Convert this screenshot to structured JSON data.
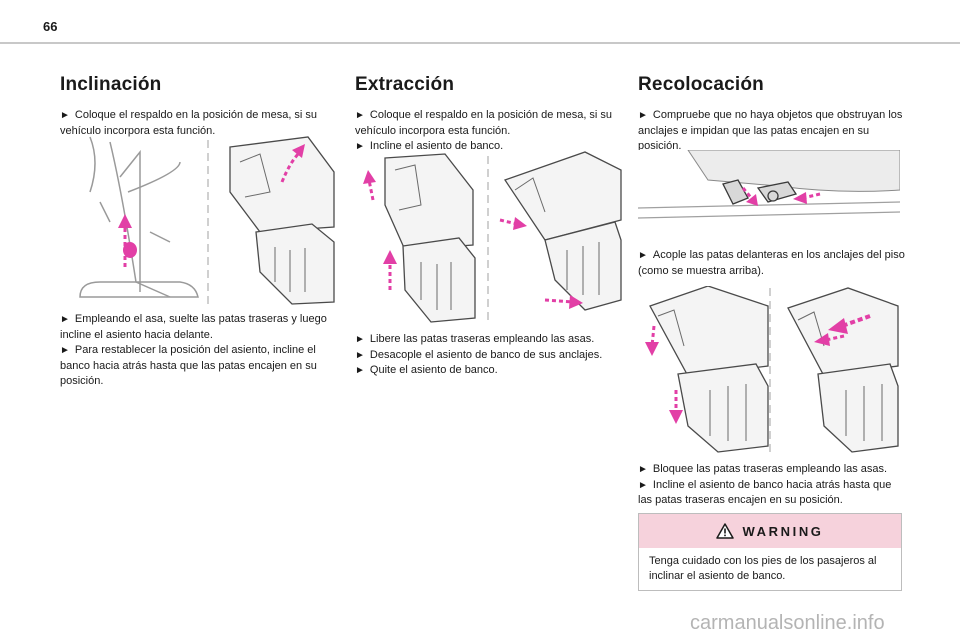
{
  "page_number": "66",
  "columns": {
    "inclinacion": {
      "title": "Inclinación",
      "intro": "Coloque el respaldo en la posición de mesa, si su vehículo incorpora esta función.",
      "step1": "Empleando el asa, suelte las patas traseras y luego incline el asiento hacia delante.",
      "step2": "Para restablecer la posición del asiento, incline el banco hacia atrás hasta que las patas encajen en su posición."
    },
    "extraccion": {
      "title": "Extracción",
      "intro1": "Coloque el respaldo en la posición de mesa, si su vehículo incorpora esta función.",
      "intro2": "Incline el asiento de banco.",
      "step1": "Libere las patas traseras empleando las asas.",
      "step2": "Desacople el asiento de banco de sus anclajes.",
      "step3": "Quite el asiento de banco."
    },
    "recolocacion": {
      "title": "Recolocación",
      "intro": "Compruebe que no haya objetos que obstruyan los anclajes e impidan que las patas encajen en su posición.",
      "step1": "Acople las patas delanteras en los anclajes del piso (como se muestra arriba).",
      "step2": "Bloquee las patas traseras empleando las asas.",
      "step3": "Incline el asiento de banco hacia atrás hasta que las patas traseras encajen en su posición."
    }
  },
  "warning": {
    "title": "WARNING",
    "text": "Tenga cuidado con los pies de los pasajeros al inclinar el asiento de banco."
  },
  "watermark": "carmanualsonline.info",
  "bullet_glyph": "►",
  "colors": {
    "accent": "#e23fa6",
    "warning_bg": "#f6d2dc"
  }
}
